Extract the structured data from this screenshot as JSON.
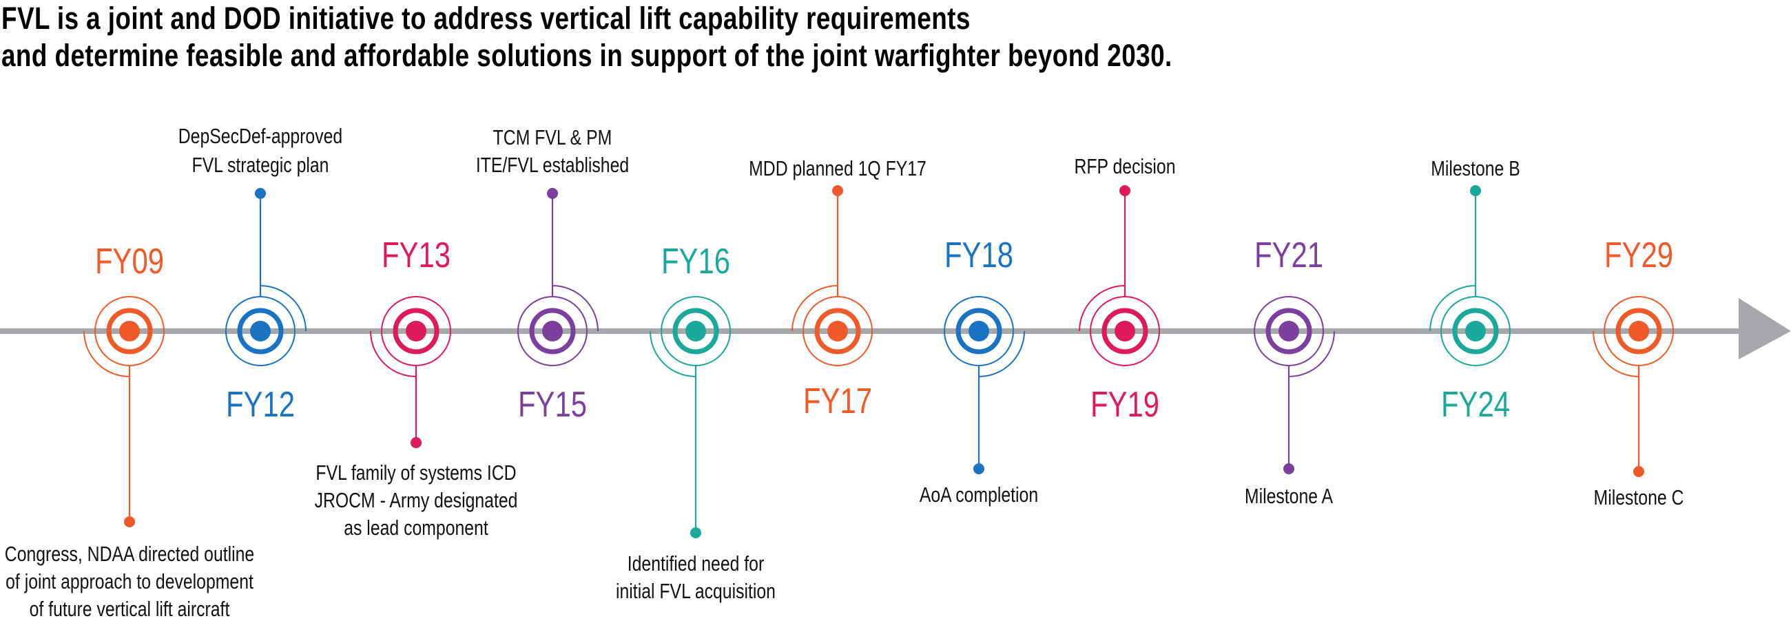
{
  "title": {
    "lines": [
      "FVL is a joint and DOD initiative to address vertical lift capability requirements",
      "and determine feasible and affordable solutions in support of the joint warfighter beyond 2030."
    ]
  },
  "colors": {
    "orange": "#f05a28",
    "blue": "#1a73c2",
    "crimson": "#de1a5b",
    "purple": "#7b3f9e",
    "teal": "#1aa89a",
    "axis": "#a7a8ab"
  },
  "timeline": {
    "events": [
      {
        "year": "FY09",
        "color": "orange",
        "stem": "down",
        "caption": [
          "Congress, NDAA directed outline",
          "of joint approach to development",
          "of future vertical lift aircraft"
        ]
      },
      {
        "year": "FY12",
        "color": "blue",
        "stem": "up",
        "caption": [
          "DepSecDef-approved",
          "FVL strategic plan"
        ]
      },
      {
        "year": "FY13",
        "color": "crimson",
        "stem": "down",
        "caption": [
          "FVL family of systems ICD",
          "JROCM - Army designated",
          "as lead component"
        ]
      },
      {
        "year": "FY15",
        "color": "purple",
        "stem": "up",
        "caption": [
          "TCM FVL & PM",
          "ITE/FVL established"
        ]
      },
      {
        "year": "FY16",
        "color": "teal",
        "stem": "down",
        "caption": [
          "Identified need for",
          "initial FVL acquisition"
        ]
      },
      {
        "year": "FY17",
        "color": "orange",
        "stem": "up",
        "caption": [
          "MDD planned 1Q FY17"
        ]
      },
      {
        "year": "FY18",
        "color": "blue",
        "stem": "down",
        "caption": [
          "AoA completion"
        ]
      },
      {
        "year": "FY19",
        "color": "crimson",
        "stem": "up",
        "caption": [
          "RFP decision"
        ]
      },
      {
        "year": "FY21",
        "color": "purple",
        "stem": "down",
        "caption": [
          "Milestone A"
        ]
      },
      {
        "year": "FY24",
        "color": "teal",
        "stem": "up",
        "caption": [
          "Milestone B"
        ]
      },
      {
        "year": "FY29",
        "color": "orange",
        "stem": "down",
        "caption": [
          "Milestone C"
        ]
      }
    ]
  }
}
